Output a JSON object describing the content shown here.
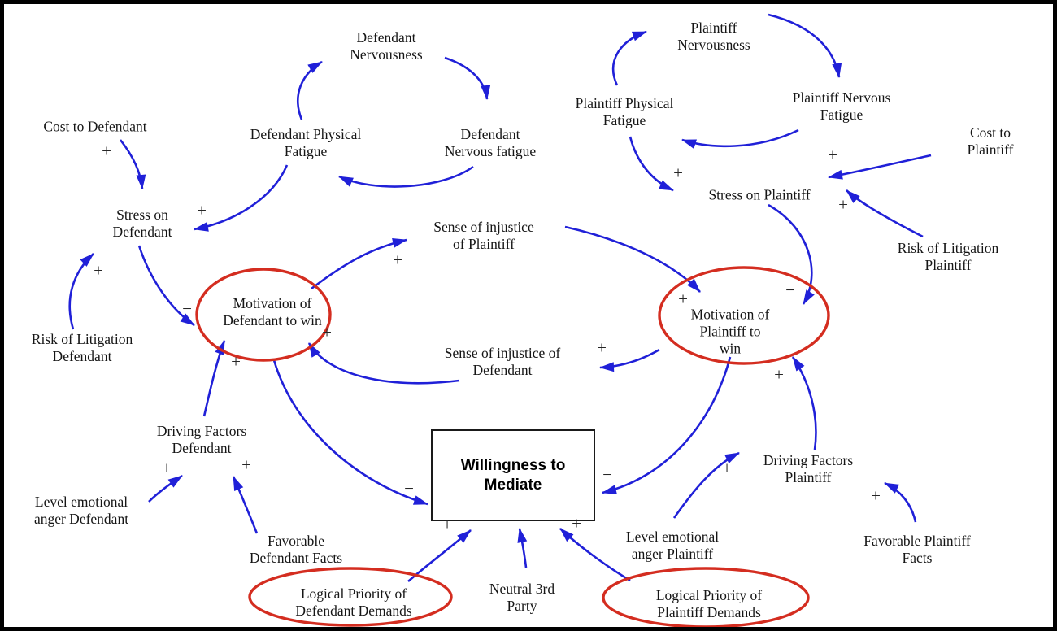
{
  "colors": {
    "background": "#ffffff",
    "border": "#000000",
    "arrow_blue": "#2020d8",
    "highlight_red": "#d42d20",
    "text": "#161616"
  },
  "central_box": {
    "label": "Willingness to\nMediate"
  },
  "nodes": [
    {
      "id": "cost-to-defendant",
      "label": "Cost to Defendant"
    },
    {
      "id": "defendant-nervousness",
      "label": "Defendant\nNervousness"
    },
    {
      "id": "defendant-physical-fatigue",
      "label": "Defendant Physical\nFatigue"
    },
    {
      "id": "defendant-nervous-fatigue",
      "label": "Defendant\nNervous fatigue"
    },
    {
      "id": "stress-on-defendant",
      "label": "Stress on\nDefendant"
    },
    {
      "id": "risk-of-litigation-defendant",
      "label": "Risk of Litigation\nDefendant"
    },
    {
      "id": "motivation-of-defendant-to-win",
      "label": "Motivation of\nDefendant to win"
    },
    {
      "id": "sense-of-injustice-of-plaintiff",
      "label": "Sense of injustice\nof Plaintiff"
    },
    {
      "id": "sense-of-injustice-of-defendant",
      "label": "Sense of injustice of\nDefendant"
    },
    {
      "id": "driving-factors-defendant",
      "label": "Driving Factors\nDefendant"
    },
    {
      "id": "level-emotional-anger-defendant",
      "label": "Level emotional\nanger Defendant"
    },
    {
      "id": "favorable-defendant-facts",
      "label": "Favorable\nDefendant Facts"
    },
    {
      "id": "logical-priority-of-defendant-demands",
      "label": "Logical Priority of\nDefendant Demands"
    },
    {
      "id": "neutral-3rd-party",
      "label": "Neutral 3rd\nParty"
    },
    {
      "id": "logical-priority-of-plaintiff-demands",
      "label": "Logical Priority of\nPlaintiff Demands"
    },
    {
      "id": "level-emotional-anger-plaintiff",
      "label": "Level emotional\nanger Plaintiff"
    },
    {
      "id": "driving-factors-plaintiff",
      "label": "Driving Factors\nPlaintiff"
    },
    {
      "id": "favorable-plaintiff-facts",
      "label": "Favorable Plaintiff\nFacts"
    },
    {
      "id": "motivation-of-plaintiff-to-win",
      "label": "Motivation of\nPlaintiff to\nwin"
    },
    {
      "id": "plaintiff-nervousness",
      "label": "Plaintiff\nNervousness"
    },
    {
      "id": "plaintiff-physical-fatigue",
      "label": "Plaintiff Physical\nFatigue"
    },
    {
      "id": "plaintiff-nervous-fatigue",
      "label": "Plaintiff Nervous\nFatigue"
    },
    {
      "id": "cost-to-plaintiff",
      "label": "Cost to Plaintiff"
    },
    {
      "id": "stress-on-plaintiff",
      "label": "Stress on Plaintiff"
    },
    {
      "id": "risk-of-litigation-plaintiff",
      "label": "Risk of Litigation\nPlaintiff"
    }
  ],
  "signs": [
    {
      "id": "cost-def-to-stress",
      "symbol": "+"
    },
    {
      "id": "physfat-def-to-stress",
      "symbol": "+"
    },
    {
      "id": "risk-def-to-stress",
      "symbol": "+"
    },
    {
      "id": "driving-def-to-motiv",
      "symbol": "+"
    },
    {
      "id": "injustice-def-to-motiv",
      "symbol": "+"
    },
    {
      "id": "motiv-def-to-injustice-pl",
      "symbol": "+"
    },
    {
      "id": "injustice-pl-to-motiv-pl",
      "symbol": "+"
    },
    {
      "id": "motiv-pl-to-injustice-def",
      "symbol": "+"
    },
    {
      "id": "driving-pl-to-motiv-pl",
      "symbol": "+"
    },
    {
      "id": "anger-def-to-driving",
      "symbol": "+"
    },
    {
      "id": "facts-def-to-driving",
      "symbol": "+"
    },
    {
      "id": "priority-def-to-willing",
      "symbol": "+"
    },
    {
      "id": "priority-pl-to-willing",
      "symbol": "+"
    },
    {
      "id": "anger-pl-to-driving",
      "symbol": "+"
    },
    {
      "id": "facts-pl-to-driving",
      "symbol": "+"
    },
    {
      "id": "physfat-pl-to-stress",
      "symbol": "+"
    },
    {
      "id": "cost-pl-to-stress",
      "symbol": "+"
    },
    {
      "id": "risk-pl-to-stress",
      "symbol": "+"
    },
    {
      "id": "stress-def-to-motiv",
      "symbol": "−"
    },
    {
      "id": "stress-pl-to-motiv",
      "symbol": "−"
    },
    {
      "id": "motiv-def-to-willing",
      "symbol": "−"
    },
    {
      "id": "motiv-pl-to-willing",
      "symbol": "−"
    }
  ]
}
